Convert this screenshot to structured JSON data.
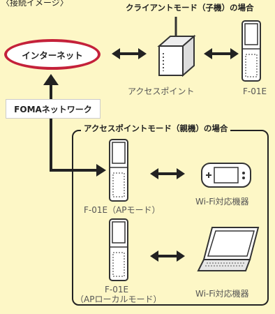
{
  "header_caption": "〈接続イメージ〉",
  "client_mode_title": "クライアントモード（子機）の場合",
  "internet_label": "インターネット",
  "access_point_label": "アクセスポイント",
  "phone_label_top": "F-01E",
  "foma_label": "FOMAネットワーク",
  "ap_mode_title": "アクセスポイントモード（親機）の場合",
  "ap_mode_phone_label": "F-01E（APモード）",
  "wifi_device_label_1": "Wi-Fi対応機器",
  "local_mode_phone_label_line1": "F-01E",
  "local_mode_phone_label_line2": "（APローカルモード）",
  "wifi_device_label_2": "Wi-Fi対応機器",
  "colors": {
    "background": "#fdf7c6",
    "oval_border": "#c4213a",
    "line": "#222222"
  }
}
